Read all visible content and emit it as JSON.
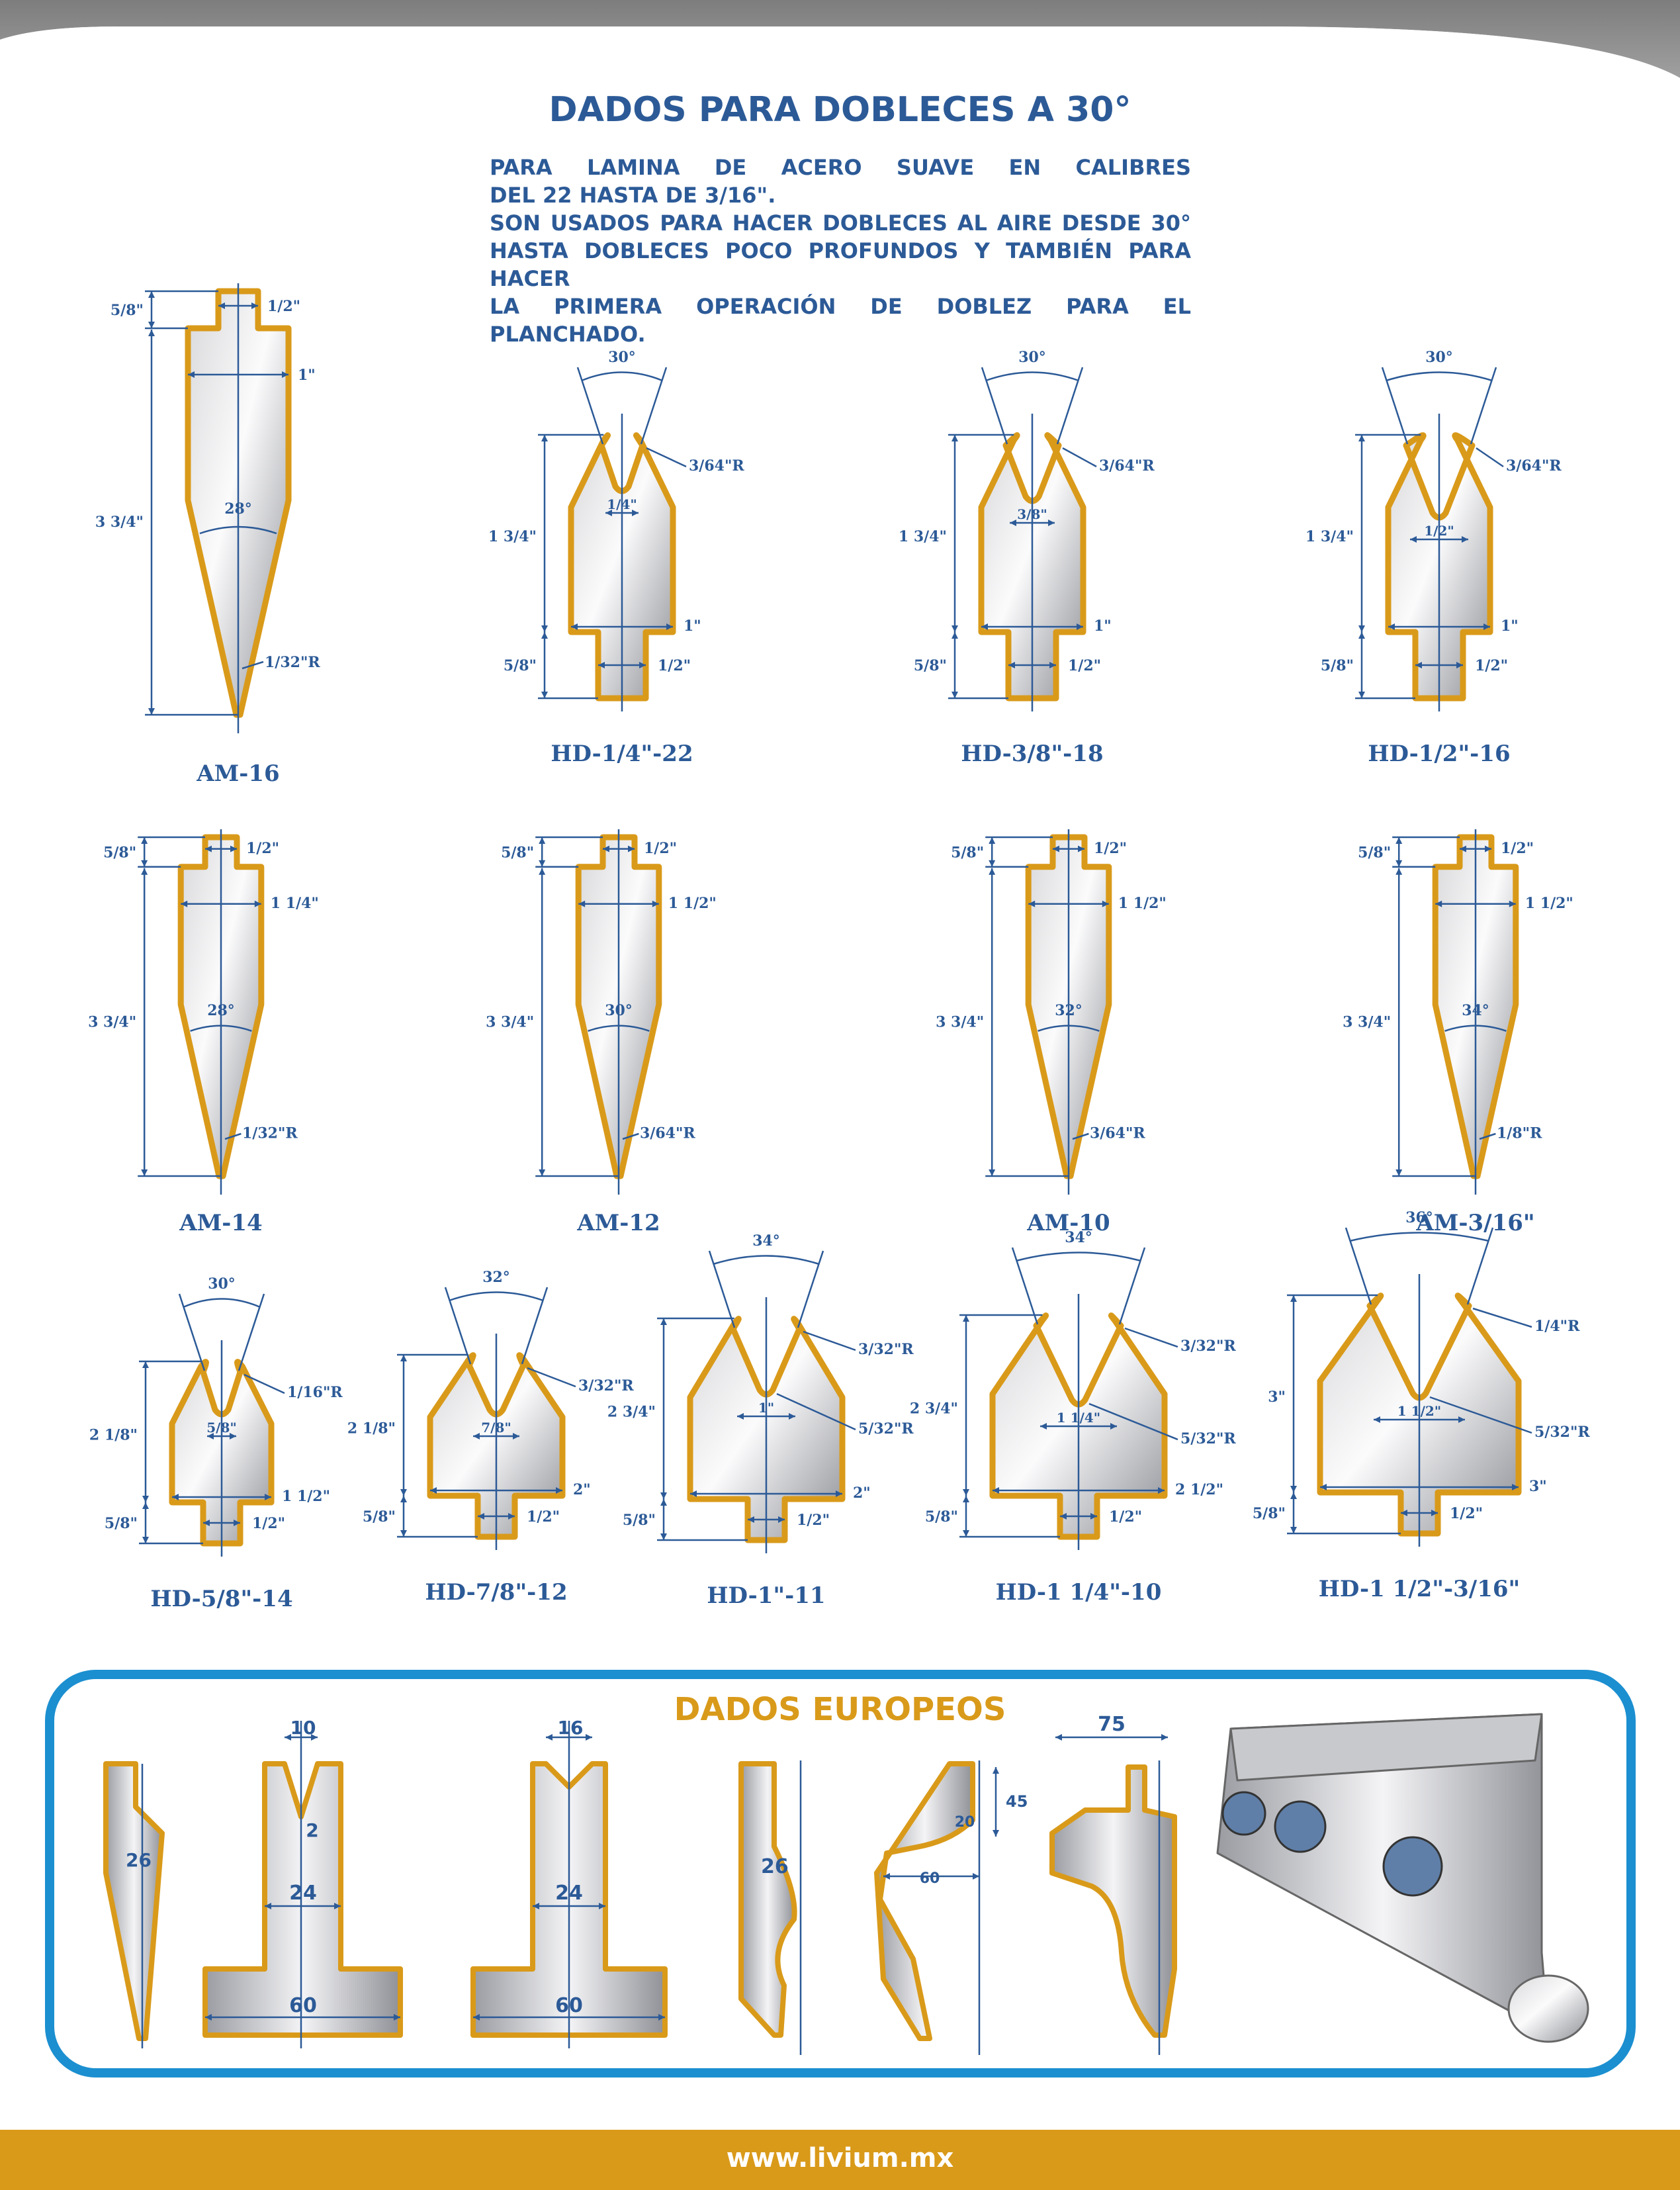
{
  "title": "DADOS PARA DOBLECES A 30°",
  "intro_lines": [
    "PARA LAMINA DE ACERO SUAVE EN CALIBRES",
    "DEL 22 HASTA DE 3/16\".",
    "SON USADOS PARA HACER DOBLECES AL AIRE DESDE 30°",
    "HASTA DOBLECES POCO PROFUNDOS Y TAMBIÉN PARA HACER",
    "LA PRIMERA OPERACIÓN DE DOBLEZ PARA EL PLANCHADO."
  ],
  "colors": {
    "blue": "#2c5a97",
    "orange": "#d99a1a",
    "gray_header": "#8c8c8c",
    "frame_blue": "#1b8fd0"
  },
  "punches": [
    {
      "name": "AM-16",
      "top": "5/8\"",
      "shank": "1/2\"",
      "width": "1\"",
      "height": "3 3/4\"",
      "angle": "28°",
      "radius": "1/32\"R"
    },
    {
      "name": "AM-14",
      "top": "5/8\"",
      "shank": "1/2\"",
      "width": "1 1/4\"",
      "height": "3 3/4\"",
      "angle": "28°",
      "radius": "1/32\"R"
    },
    {
      "name": "AM-12",
      "top": "5/8\"",
      "shank": "1/2\"",
      "width": "1  1/2\"",
      "height": "3 3/4\"",
      "angle": "30°",
      "radius": "3/64\"R"
    },
    {
      "name": "AM-10",
      "top": "5/8\"",
      "shank": "1/2\"",
      "width": "1  1/2\"",
      "height": "3 3/4\"",
      "angle": "32°",
      "radius": "3/64\"R"
    },
    {
      "name": "AM-3/16\"",
      "top": "5/8\"",
      "shank": "1/2\"",
      "width": "1  1/2\"",
      "height": "3 3/4\"",
      "angle": "34°",
      "radius": "1/8\"R"
    }
  ],
  "dies_small": [
    {
      "name": "HD-1/4\"-22",
      "angle": "30°",
      "radius": "3/64\"R",
      "opening": "1/4\"",
      "width": "1\"",
      "height": "1 3/4\"",
      "base_h": "5/8\"",
      "base_w": "1/2\""
    },
    {
      "name": "HD-3/8\"-18",
      "angle": "30°",
      "radius": "3/64\"R",
      "opening": "3/8\"",
      "width": "1\"",
      "height": "1 3/4\"",
      "base_h": "5/8\"",
      "base_w": "1/2\""
    },
    {
      "name": "HD-1/2\"-16",
      "angle": "30°",
      "radius": "3/64\"R",
      "opening": "1/2\"",
      "width": "1\"",
      "height": "1 3/4\"",
      "base_h": "5/8\"",
      "base_w": "1/2\""
    }
  ],
  "dies_large": [
    {
      "name": "HD-5/8\"-14",
      "angle": "30°",
      "radius": "1/16\"R",
      "opening": "5/8\"",
      "width": "1  1/2\"",
      "height": "2 1/8\"",
      "base_h": "5/8\"",
      "base_w": "1/2\""
    },
    {
      "name": "HD-7/8\"-12",
      "angle": "32°",
      "radius": "3/32\"R",
      "opening": "7/8\"",
      "width": "2\"",
      "height": "2 1/8\"",
      "base_h": "5/8\"",
      "base_w": "1/2\""
    },
    {
      "name": "HD-1\"-11",
      "angle": "34°",
      "radius": "3/32\"R",
      "radius2": "5/32\"R",
      "opening": "1\"",
      "width": "2\"",
      "height": "2 3/4\"",
      "base_h": "5/8\"",
      "base_w": "1/2\""
    },
    {
      "name": "HD-1 1/4\"-10",
      "angle": "34°",
      "radius": "3/32\"R",
      "radius2": "5/32\"R",
      "opening": "1 1/4\"",
      "width": "2  1/2\"",
      "height": "2 3/4\"",
      "base_h": "5/8\"",
      "base_w": "1/2\""
    },
    {
      "name": "HD-1 1/2\"-3/16\"",
      "angle": "36°",
      "radius": "1/4\"R",
      "radius2": "5/32\"R",
      "opening": "1  1/2\"",
      "width": "3\"",
      "height": "3\"",
      "base_h": "5/8\"",
      "base_w": "1/2\""
    }
  ],
  "euro": {
    "title": "DADOS EUROPEOS",
    "dims": [
      "26",
      "10",
      "2",
      "24",
      "60",
      "16",
      "24",
      "60",
      "26",
      "45",
      "20",
      "60",
      "75"
    ]
  },
  "footer": {
    "url": "www.livium.mx"
  }
}
